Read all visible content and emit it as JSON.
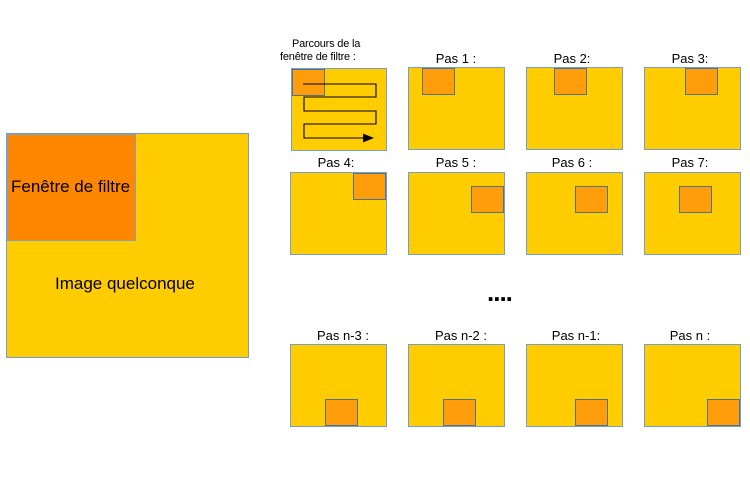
{
  "main_image": {
    "window_label": "Fenêtre de filtre",
    "image_label": "Image quelconque"
  },
  "path_title_line1": "Parcours de la",
  "path_title_line2": "fenêtre de filtre :",
  "ellipsis": "....",
  "steps": [
    {
      "label": "Pas 1 :"
    },
    {
      "label": "Pas 2:"
    },
    {
      "label": "Pas 3:"
    },
    {
      "label": "Pas 4:"
    },
    {
      "label": "Pas 5 :"
    },
    {
      "label": "Pas 6 :"
    },
    {
      "label": "Pas 7:"
    },
    {
      "label": "Pas n-3 :"
    },
    {
      "label": "Pas n-2 :"
    },
    {
      "label": "Pas n-1:"
    },
    {
      "label": "Pas n :"
    }
  ],
  "colors": {
    "image_fill": "#ffcc00",
    "window_fill": "#ff950e",
    "border": "#729fcf"
  }
}
